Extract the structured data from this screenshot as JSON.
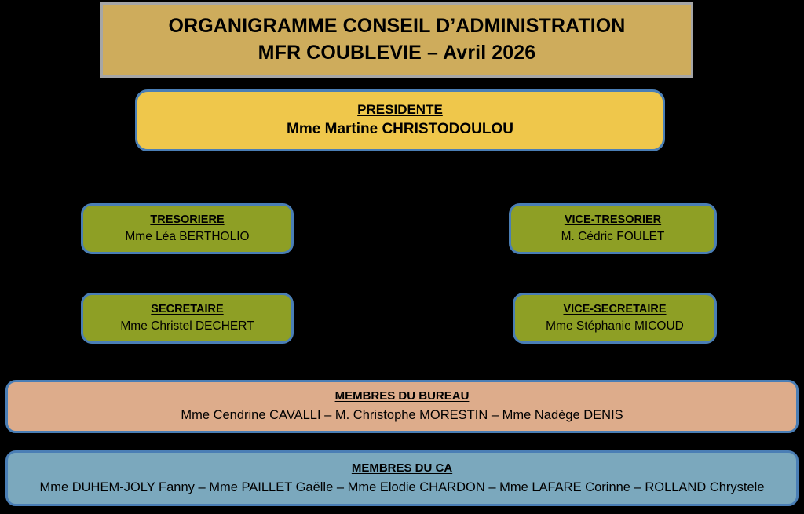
{
  "title": {
    "line1": "ORGANIGRAMME CONSEIL D’ADMINISTRATION",
    "line2": "MFR COUBLEVIE – Avril 2026"
  },
  "colors": {
    "background": "#000000",
    "title_fill": "#CEAC5C",
    "title_border": "#A6A6A6",
    "president_fill": "#EFC74B",
    "olive_fill": "#8E9F25",
    "bureau_fill": "#DDAC8B",
    "ca_fill": "#7BA8BD",
    "node_border": "#4A7EB5",
    "text": "#000000"
  },
  "nodes": {
    "president": {
      "role": "PRESIDENTE",
      "person": "Mme Martine CHRISTODOULOU"
    },
    "tresoriere": {
      "role": "TRESORIERE",
      "person": "Mme Léa BERTHOLIO"
    },
    "vice_tresorier": {
      "role": "VICE-TRESORIER",
      "person": "M. Cédric FOULET"
    },
    "secretaire": {
      "role": "SECRETAIRE",
      "person": "Mme Christel DECHERT"
    },
    "vice_secretaire": {
      "role": "VICE-SECRETAIRE",
      "person": "Mme Stéphanie MICOUD"
    },
    "membres_bureau": {
      "role": "MEMBRES DU BUREAU",
      "person": "Mme Cendrine CAVALLI  – M. Christophe MORESTIN – Mme Nadège DENIS"
    },
    "membres_ca": {
      "role": "MEMBRES DU CA",
      "person": "Mme DUHEM-JOLY Fanny – Mme PAILLET Gaëlle – Mme Elodie CHARDON – Mme LAFARE Corinne – ROLLAND Chrystele"
    }
  }
}
